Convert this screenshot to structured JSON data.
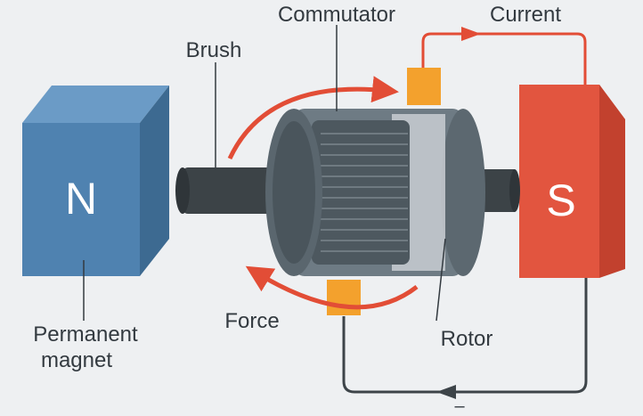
{
  "labels": {
    "brush": "Brush",
    "commutator": "Commutator",
    "current": "Current",
    "force": "Force",
    "rotor": "Rotor",
    "permanent_magnet_line1": "Permanent",
    "permanent_magnet_line2": "magnet",
    "minus_sign": "–"
  },
  "magnets": {
    "north": {
      "letter": "N",
      "face_color": "#4f82b0",
      "top_color": "#6b9bc6",
      "side_color": "#3d6a91"
    },
    "south": {
      "letter": "S",
      "face_color": "#e2553f",
      "top_color": "#ea7560",
      "side_color": "#c2412e"
    }
  },
  "colors": {
    "arrow_red": "#e24d36",
    "wire_dark": "#3d4449",
    "brush_orange": "#f3a12d",
    "shaft_dark": "#3c4347",
    "rotor_gray": "#6e7b84",
    "armature_dark": "#4d585f",
    "background": "#eef0f2"
  }
}
